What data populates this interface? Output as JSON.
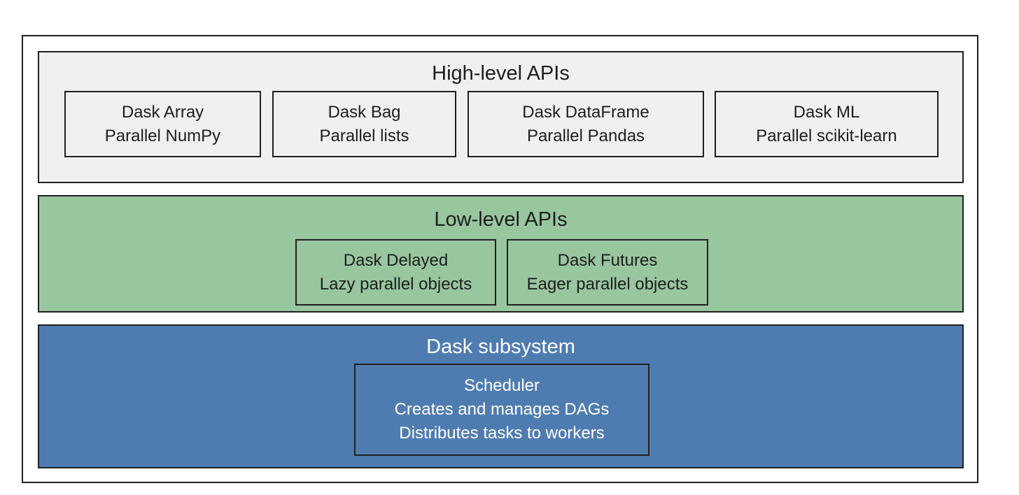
{
  "layers": {
    "high": {
      "title": "High-level APIs",
      "boxes": [
        {
          "name": "Dask Array",
          "desc": "Parallel NumPy"
        },
        {
          "name": "Dask Bag",
          "desc": "Parallel lists"
        },
        {
          "name": "Dask DataFrame",
          "desc": "Parallel Pandas"
        },
        {
          "name": "Dask ML",
          "desc": "Parallel scikit-learn"
        }
      ]
    },
    "low": {
      "title": "Low-level APIs",
      "boxes": [
        {
          "name": "Dask Delayed",
          "desc": "Lazy parallel objects"
        },
        {
          "name": "Dask Futures",
          "desc": "Eager parallel objects"
        }
      ]
    },
    "subsystem": {
      "title": "Dask subsystem",
      "scheduler": {
        "name": "Scheduler",
        "lines": [
          "Creates and manages DAGs",
          "Distributes tasks to workers"
        ]
      }
    }
  },
  "colors": {
    "high_fill": "#f0f0f0",
    "low_fill": "#98c69f",
    "subsystem_fill": "#4f7cb0",
    "border": "#1f1f1f"
  }
}
